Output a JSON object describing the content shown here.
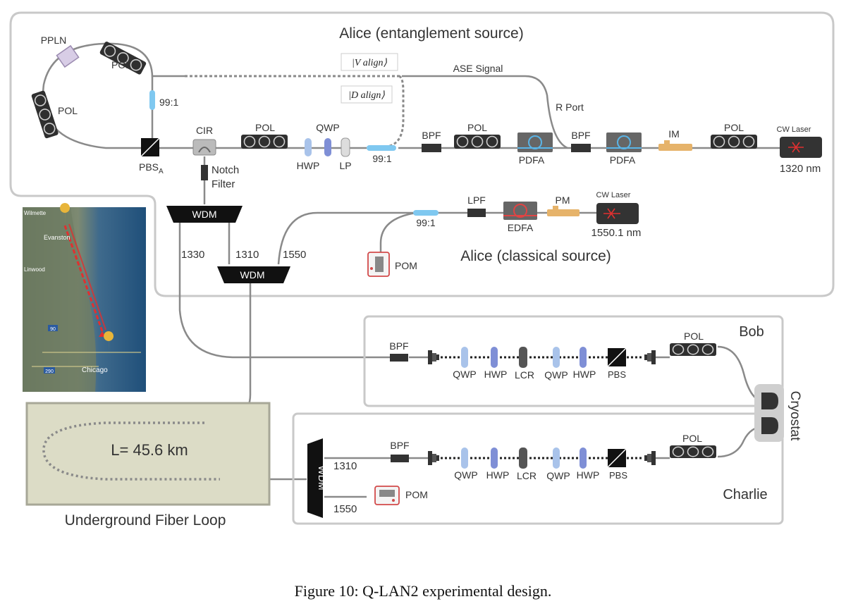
{
  "alice_ent": {
    "title": "Alice (entanglement source)",
    "pol_loop_a": "POL",
    "pol_loop_b": "POL",
    "ppln": "PPLN",
    "split_991_loop": "99:1",
    "pbs_a_main": "PBS",
    "pbs_a_sub": "A",
    "cir": "CIR",
    "notch_line1": "Notch",
    "notch_line2": "Filter",
    "pol_after_cir": "POL",
    "qwp": "QWP",
    "hwp": "HWP",
    "lp": "LP",
    "split_991_main": "99:1",
    "v_align": "|V align⟩",
    "d_align": "|D align⟩",
    "ase_signal": "ASE Signal",
    "r_port": "R Port",
    "bpf_1": "BPF",
    "pol_mid": "POL",
    "pdfa_1": "PDFA",
    "bpf_2": "BPF",
    "pdfa_2": "PDFA",
    "im": "IM",
    "pol_right": "POL",
    "cw_laser": "CW Laser",
    "wavelength": "1320 nm"
  },
  "alice_cls": {
    "title": "Alice (classical source)",
    "wdm_top": "WDM",
    "wdm_mid": "WDM",
    "ch_1330": "1330",
    "ch_1310": "1310",
    "ch_1550": "1550",
    "split_991": "99:1",
    "lpf": "LPF",
    "edfa": "EDFA",
    "pm": "PM",
    "cw_laser": "CW Laser",
    "wavelength": "1550.1 nm",
    "pom": "POM"
  },
  "map": {
    "place_top": "Evanston",
    "place_corner": "Wilmette",
    "place_left": "Linwood",
    "place_bottom": "Chicago",
    "hwy_1": "90",
    "hwy_2": "290"
  },
  "fiber_loop": {
    "length": "L= 45.6 km",
    "caption": "Underground Fiber Loop"
  },
  "bob": {
    "title": "Bob",
    "bpf": "BPF",
    "qwp_1": "QWP",
    "hwp_1": "HWP",
    "lcr": "LCR",
    "qwp_2": "QWP",
    "hwp_2": "HWP",
    "pbs": "PBS",
    "pol": "POL"
  },
  "charlie": {
    "title": "Charlie",
    "wdm": "WDM",
    "ch_1310": "1310",
    "ch_1550": "1550",
    "bpf": "BPF",
    "qwp_1": "QWP",
    "hwp_1": "HWP",
    "lcr": "LCR",
    "qwp_2": "QWP",
    "hwp_2": "HWP",
    "pbs": "PBS",
    "pol": "POL",
    "pom": "POM"
  },
  "cryostat": "Cryostat",
  "figure_caption": "Figure 10:  Q-LAN2 experimental design.",
  "colors": {
    "fiber": "#8a8a8a",
    "component_dark": "#333333",
    "waveplate_light": "#a9c3ea",
    "waveplate_dark": "#7f8fd6",
    "coupler": "#7fc8f0",
    "laser_red": "#e03030",
    "pdfa_ring": "#5ab4e6",
    "edfa_ring": "#e04444",
    "modulator_orange": "#e6b36a",
    "box_border": "#c9c9c9",
    "fiber_loop_bg": "#dcdcc6"
  }
}
